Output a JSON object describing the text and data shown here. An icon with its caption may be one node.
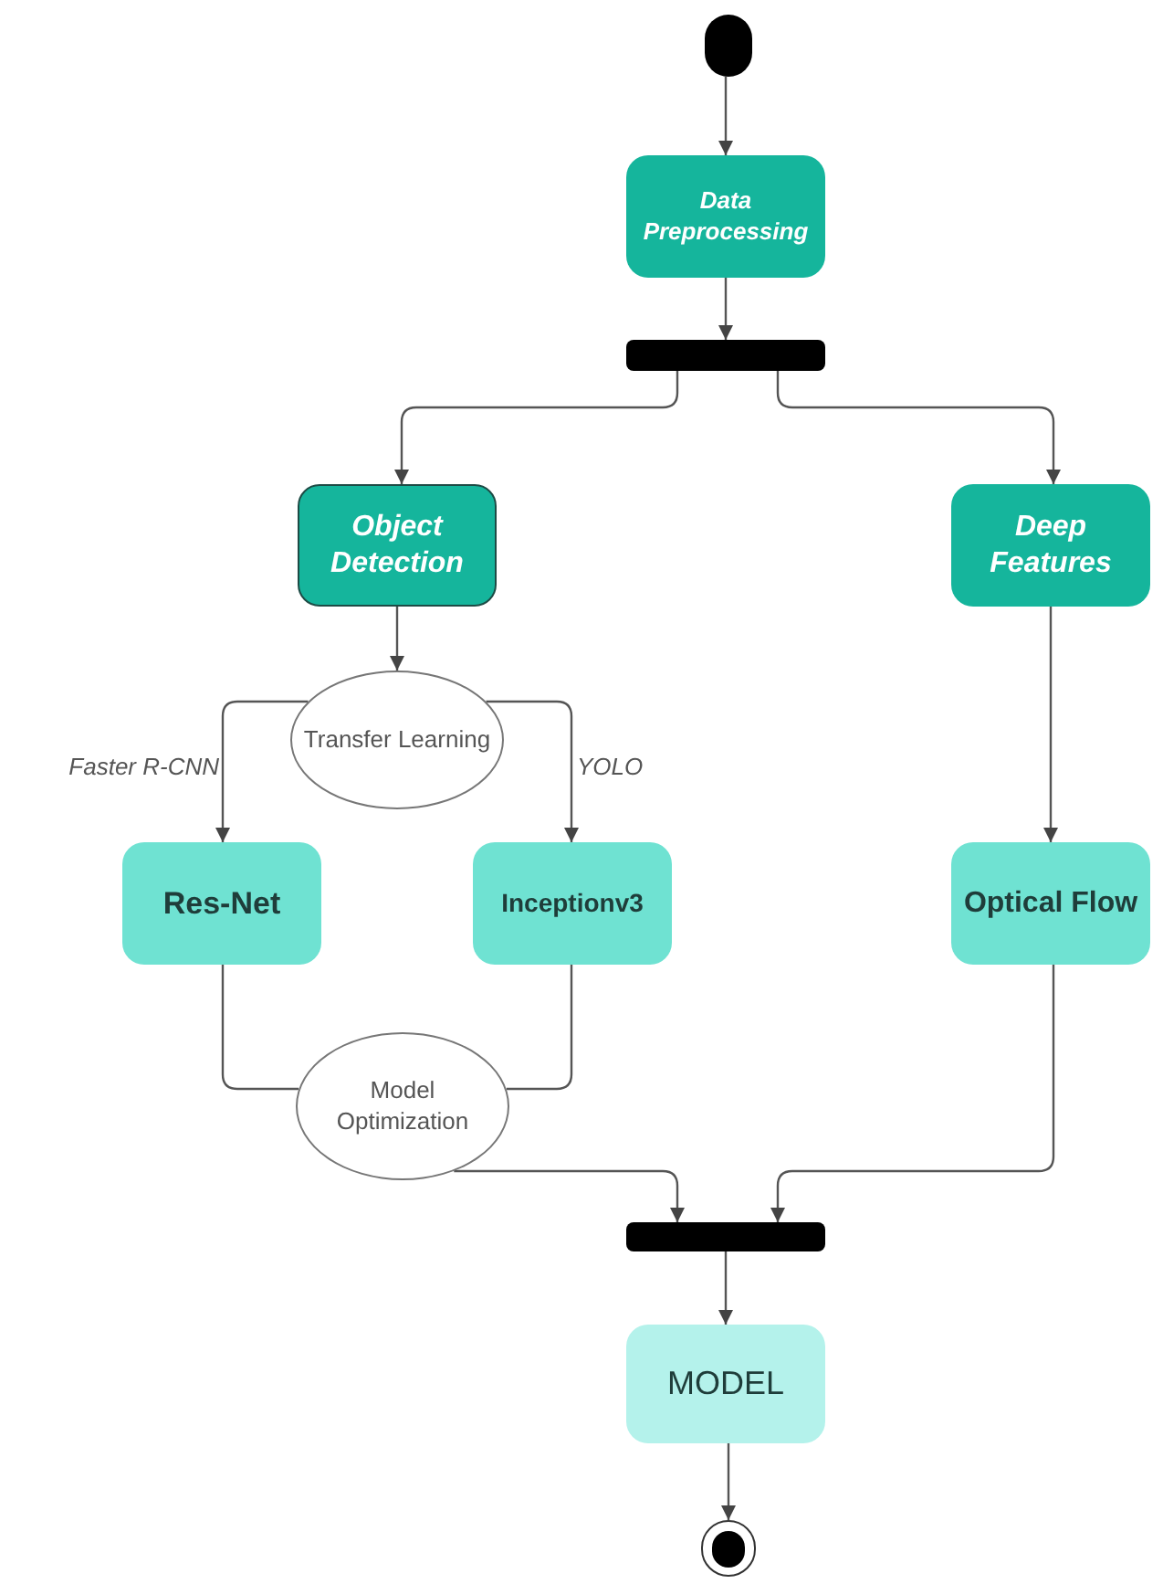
{
  "diagram": {
    "nodes": [
      {
        "text": [],
        "shape": "circle"
      },
      {
        "text": [
          "Data Preprocessing"
        ]
      },
      {
        "text": [],
        "shape": "bar"
      },
      {
        "text": [
          "Object Detection"
        ]
      },
      {
        "text": [
          "Deep Features"
        ]
      },
      {
        "text": [
          "Transfer Learning"
        ]
      },
      {
        "text": [
          "Res-Net"
        ]
      },
      {
        "text": [
          "Inceptionv3"
        ]
      },
      {
        "text": [
          "Optical Flow"
        ]
      },
      {
        "text": [
          "Model Optimization"
        ]
      },
      {
        "text": [],
        "shape": "bar"
      },
      {
        "text": [
          "MODEL"
        ]
      },
      {
        "text": [],
        "shape": "circle"
      }
    ],
    "edges": [
      {
        "from": 0,
        "to": 1,
        "arrow": "to"
      },
      {
        "from": 1,
        "to": 2,
        "arrow": "to"
      },
      {
        "from": 2,
        "to": 3,
        "arrow": "to"
      },
      {
        "from": 2,
        "to": 4,
        "arrow": "to"
      },
      {
        "from": 3,
        "to": 5,
        "arrow": "to"
      },
      {
        "from": 5,
        "to": 6,
        "arrow": "to",
        "label": "Faster R-CNN"
      },
      {
        "from": 5,
        "to": 7,
        "arrow": "to",
        "label": "YOLO"
      },
      {
        "from": 6,
        "to": 9,
        "arrow": "none"
      },
      {
        "from": 7,
        "to": 9,
        "arrow": "none"
      },
      {
        "from": 9,
        "to": 10,
        "arrow": "to"
      },
      {
        "from": 4,
        "to": 8,
        "arrow": "to"
      },
      {
        "from": 8,
        "to": 10,
        "arrow": "to"
      },
      {
        "from": 10,
        "to": 11,
        "arrow": "to"
      },
      {
        "from": 11,
        "to": 12,
        "arrow": "to"
      }
    ]
  }
}
